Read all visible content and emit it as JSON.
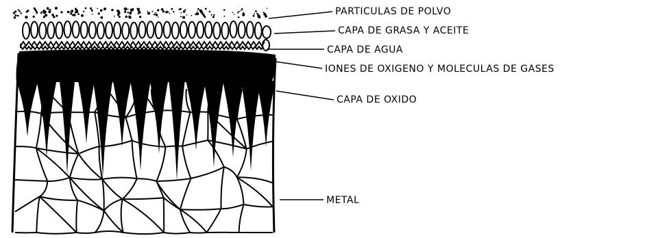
{
  "labels": {
    "polvo": "PARTICULAS DE POLVO",
    "grasa": "CAPA DE GRASA Y ACEITE",
    "agua": "CAPA DE AGUA",
    "iones": "IONES DE OXIGENO Y MOLECULAS DE GASES",
    "oxido": "CAPA DE OXIDO",
    "metal": "METAL"
  },
  "colors": {
    "ink": "#000000",
    "background": "#ffffff"
  }
}
